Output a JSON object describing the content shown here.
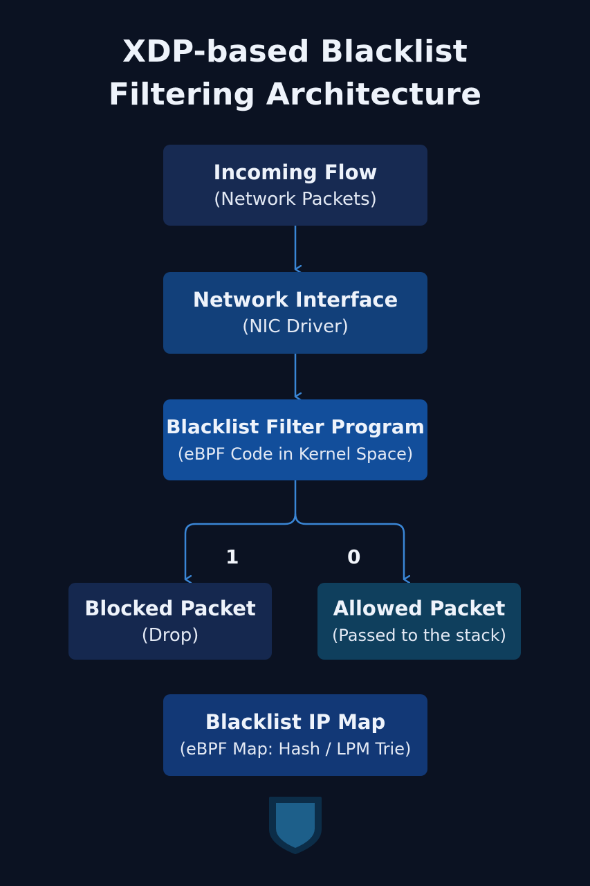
{
  "title": {
    "line1": "XDP-based Blacklist",
    "line2": "Filtering Architecture"
  },
  "nodes": {
    "incoming": {
      "label": "Incoming Flow",
      "sub": "(Network Packets)"
    },
    "nic": {
      "label": "Network Interface",
      "sub": "(NIC Driver)"
    },
    "filter": {
      "label": "Blacklist Filter Program",
      "sub": "(eBPF Code in Kernel Space)"
    },
    "blocked": {
      "label": "Blocked Packet",
      "sub": "(Drop)"
    },
    "allowed": {
      "label": "Allowed Packet",
      "sub": "(Passed to the stack)"
    },
    "map": {
      "label": "Blacklist IP Map",
      "sub": "(eBPF Map: Hash / LPM Trie)"
    }
  },
  "branches": {
    "blocked": "1",
    "allowed": "0"
  },
  "colors": {
    "background": "#0b1222",
    "connector": "#3a86d6",
    "shield": "#1d5f8a"
  },
  "icons": {
    "bottom": "shield-icon"
  }
}
